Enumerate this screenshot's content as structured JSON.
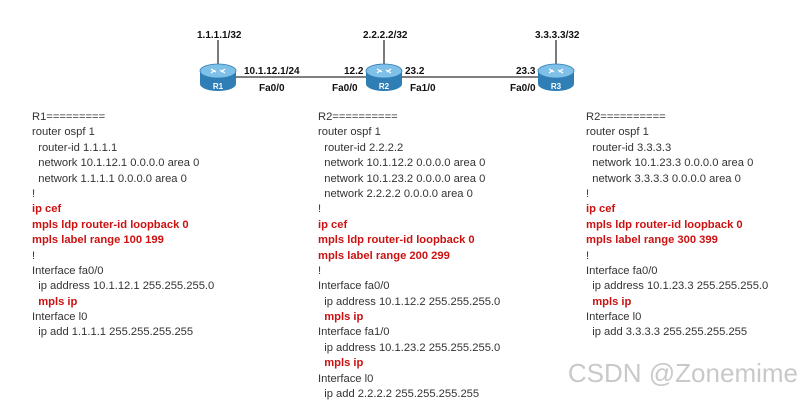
{
  "colors": {
    "router_body": "#3b8fc4",
    "router_top": "#7fc0e8",
    "link": "#333333",
    "highlight": "#cc1111",
    "watermark": "#c9c9c9"
  },
  "topology": {
    "routers": [
      {
        "name": "R1",
        "loopback": "1.1.1.1/32"
      },
      {
        "name": "R2",
        "loopback": "2.2.2.2/32"
      },
      {
        "name": "R3",
        "loopback": "3.3.3.3/32"
      }
    ],
    "links": [
      {
        "left_ip": "10.1.12.1/24",
        "left_if": "Fa0/0",
        "right_ip": "12.2",
        "right_if": "Fa0/0"
      },
      {
        "left_ip": "23.2",
        "left_if": "Fa1/0",
        "right_ip": "23.3",
        "right_if": "Fa0/0"
      }
    ]
  },
  "configs": [
    {
      "lines": [
        {
          "text": "R1=========",
          "hl": false
        },
        {
          "text": "router ospf 1",
          "hl": false
        },
        {
          "text": "  router-id 1.1.1.1",
          "hl": false
        },
        {
          "text": "  network 10.1.12.1 0.0.0.0 area 0",
          "hl": false
        },
        {
          "text": "  network 1.1.1.1 0.0.0.0 area 0",
          "hl": false
        },
        {
          "text": "!",
          "hl": false
        },
        {
          "text": "ip cef",
          "hl": true
        },
        {
          "text": "mpls ldp router-id loopback 0",
          "hl": true
        },
        {
          "text": "mpls label range 100 199",
          "hl": true
        },
        {
          "text": "!",
          "hl": false
        },
        {
          "text": "Interface fa0/0",
          "hl": false
        },
        {
          "text": "  ip address 10.1.12.1 255.255.255.0",
          "hl": false
        },
        {
          "text": "  mpls ip",
          "hl": true
        },
        {
          "text": "Interface l0",
          "hl": false
        },
        {
          "text": "  ip add 1.1.1.1 255.255.255.255",
          "hl": false
        }
      ]
    },
    {
      "lines": [
        {
          "text": "R2==========",
          "hl": false
        },
        {
          "text": "router ospf 1",
          "hl": false
        },
        {
          "text": "  router-id 2.2.2.2",
          "hl": false
        },
        {
          "text": "  network 10.1.12.2 0.0.0.0 area 0",
          "hl": false
        },
        {
          "text": "  network 10.1.23.2 0.0.0.0 area 0",
          "hl": false
        },
        {
          "text": "  network 2.2.2.2 0.0.0.0 area 0",
          "hl": false
        },
        {
          "text": "!",
          "hl": false
        },
        {
          "text": "ip cef",
          "hl": true
        },
        {
          "text": "mpls ldp router-id loopback 0",
          "hl": true
        },
        {
          "text": "mpls label range 200 299",
          "hl": true
        },
        {
          "text": "!",
          "hl": false
        },
        {
          "text": "Interface fa0/0",
          "hl": false
        },
        {
          "text": "  ip address 10.1.12.2 255.255.255.0",
          "hl": false
        },
        {
          "text": "  mpls ip",
          "hl": true
        },
        {
          "text": "Interface fa1/0",
          "hl": false
        },
        {
          "text": "  ip address 10.1.23.2 255.255.255.0",
          "hl": false
        },
        {
          "text": "  mpls ip",
          "hl": true
        },
        {
          "text": "Interface l0",
          "hl": false
        },
        {
          "text": "  ip add 2.2.2.2 255.255.255.255",
          "hl": false
        }
      ]
    },
    {
      "lines": [
        {
          "text": "R2==========",
          "hl": false
        },
        {
          "text": "router ospf 1",
          "hl": false
        },
        {
          "text": "  router-id 3.3.3.3",
          "hl": false
        },
        {
          "text": "  network 10.1.23.3 0.0.0.0 area 0",
          "hl": false
        },
        {
          "text": "  network 3.3.3.3 0.0.0.0 area 0",
          "hl": false
        },
        {
          "text": "!",
          "hl": false
        },
        {
          "text": "ip cef",
          "hl": true
        },
        {
          "text": "mpls ldp router-id loopback 0",
          "hl": true
        },
        {
          "text": "mpls label range 300 399",
          "hl": true
        },
        {
          "text": "!",
          "hl": false
        },
        {
          "text": "Interface fa0/0",
          "hl": false
        },
        {
          "text": "  ip address 10.1.23.3 255.255.255.0",
          "hl": false
        },
        {
          "text": "  mpls ip",
          "hl": true
        },
        {
          "text": "Interface l0",
          "hl": false
        },
        {
          "text": "  ip add 3.3.3.3 255.255.255.255",
          "hl": false
        }
      ]
    }
  ],
  "watermark": "CSDN @Zonemime"
}
